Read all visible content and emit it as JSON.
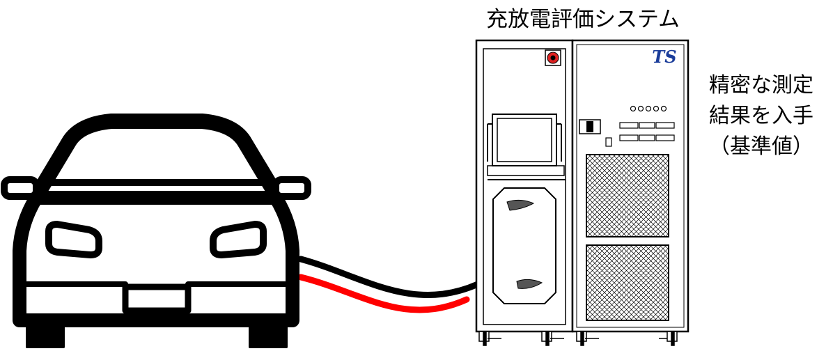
{
  "diagram": {
    "title": "充放電評価システム",
    "side_note": {
      "line1": "精密な測定",
      "line2": "結果を入手",
      "line3": "（基準値）"
    },
    "logo_text": "TS",
    "colors": {
      "cable_black": "#000000",
      "cable_red": "#ff0000",
      "outline": "#000000",
      "logo_blue": "#1a3c9a",
      "background": "#ffffff"
    }
  }
}
